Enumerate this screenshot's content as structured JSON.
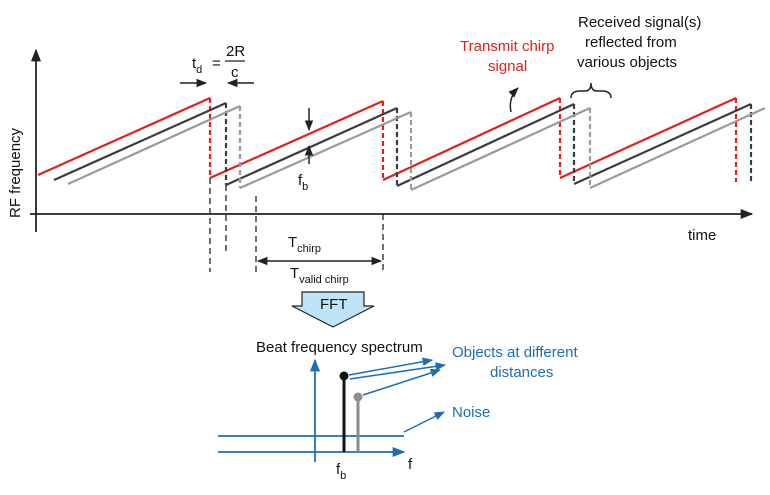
{
  "labels": {
    "y_axis": "RF frequency",
    "x_axis": "time",
    "transmit_line1": "Transmit chirp",
    "transmit_line2": "signal",
    "received_line1": "Received signal(s)",
    "received_line2": "reflected from",
    "received_line3": "various objects",
    "td_t": "t",
    "td_sub": "d",
    "td_eq": "=",
    "td_num": "2R",
    "td_den": "c",
    "fb_f": "f",
    "fb_sub": "b",
    "tchirp_t": "T",
    "tchirp_sub": "chirp",
    "tvalid_t": "T",
    "tvalid_sub": "valid chirp",
    "fft": "FFT",
    "spectrum_title": "Beat frequency spectrum",
    "objects_line1": "Objects at different",
    "objects_line2": "distances",
    "noise": "Noise",
    "spec_fb_f": "f",
    "spec_fb_sub": "b",
    "spec_f": "f"
  },
  "colors": {
    "transmit": "#e0201b",
    "received_near": "#3c3c3c",
    "received_far": "#9a9a9a",
    "annotation_blue": "#1d6db5",
    "fft_fill": "#bfe3f7",
    "axis": "#222222"
  },
  "icons": {
    "fft_arrow": "down-block-arrow",
    "curved_arrow": "curved-arrow-icon",
    "brace": "curly-brace-icon"
  }
}
